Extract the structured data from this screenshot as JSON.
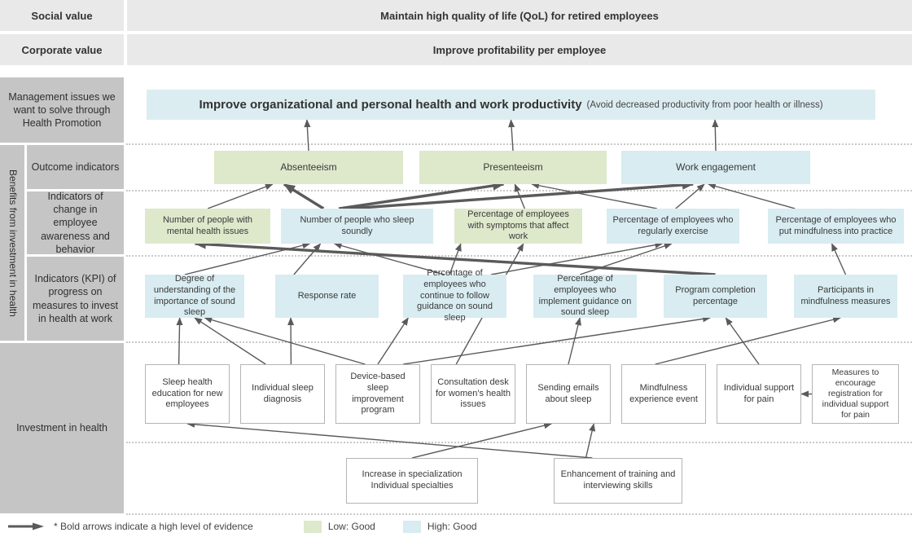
{
  "header": {
    "social": {
      "label": "Social value",
      "value": "Maintain high quality of life (QoL) for retired employees"
    },
    "corporate": {
      "label": "Corporate value",
      "value": "Improve profitability per employee"
    }
  },
  "side": {
    "management": "Management issues we want to solve through Health Promotion",
    "benefits": "Benefits from investment in health",
    "outcome": "Outcome indicators",
    "change": "Indicators of change in employee awareness and behavior",
    "kpi": "Indicators (KPI) of progress on measures to invest in health at work",
    "investment": "Investment in health"
  },
  "top_goal": {
    "main": "Improve organizational and personal health and work productivity",
    "note": "(Avoid decreased productivity from poor health or illness)"
  },
  "nodes": {
    "absenteeism": {
      "label": "Absenteeism",
      "tone": "green"
    },
    "presenteeism": {
      "label": "Presenteeism",
      "tone": "green"
    },
    "work_engagement": {
      "label": "Work engagement",
      "tone": "blue"
    },
    "mental": {
      "label": "Number of people with mental health issues",
      "tone": "green"
    },
    "sleep": {
      "label": "Number of people who sleep soundly",
      "tone": "blue"
    },
    "symptoms": {
      "label": "Percentage of employees with symptoms that affect work",
      "tone": "green"
    },
    "exercise": {
      "label": "Percentage of employees who regularly exercise",
      "tone": "blue"
    },
    "mindfulness_practice": {
      "label": "Percentage of employees who put mindfulness into practice",
      "tone": "blue"
    },
    "degree": {
      "label": "Degree of understanding of the importance of sound sleep",
      "tone": "blue"
    },
    "response": {
      "label": "Response rate",
      "tone": "blue"
    },
    "continue": {
      "label": "Percentage of employees who continue to follow guidance on sound sleep",
      "tone": "blue"
    },
    "implement": {
      "label": "Percentage of employees who implement guidance on sound sleep",
      "tone": "blue"
    },
    "program": {
      "label": "Program completion percentage",
      "tone": "blue"
    },
    "participants": {
      "label": "Participants in mindfulness measures",
      "tone": "blue"
    },
    "sleep_education": {
      "label": "Sleep health education for new employees",
      "tone": "white"
    },
    "diagnosis": {
      "label": "Individual sleep diagnosis",
      "tone": "white"
    },
    "device": {
      "label": "Device-based sleep improvement program",
      "tone": "white"
    },
    "consultation": {
      "label": "Consultation desk for women's health issues",
      "tone": "white"
    },
    "emails": {
      "label": "Sending emails about sleep",
      "tone": "white"
    },
    "mindfulness_event": {
      "label": "Mindfulness experience event",
      "tone": "white"
    },
    "support": {
      "label": "Individual support for pain",
      "tone": "white"
    },
    "measures": {
      "label": "Measures to encourage registration for individual support for pain",
      "tone": "white"
    },
    "increase": {
      "label": "Increase in specialization\nIndividual specialties",
      "tone": "white"
    },
    "enhancement": {
      "label": "Enhancement of training and interviewing skills",
      "tone": "white"
    }
  },
  "edges": [
    {
      "from": "absenteeism",
      "to": "top_goal",
      "fromX": 0.5,
      "toX": 0.22
    },
    {
      "from": "presenteeism",
      "to": "top_goal",
      "fromX": 0.5,
      "toX": 0.5
    },
    {
      "from": "work_engagement",
      "to": "top_goal",
      "fromX": 0.5,
      "toX": 0.78
    },
    {
      "from": "mental",
      "to": "absenteeism",
      "fromX": 0.5,
      "toX": 0.31
    },
    {
      "from": "sleep",
      "to": "absenteeism",
      "bold": true,
      "fromX": 0.28,
      "toX": 0.37
    },
    {
      "from": "sleep",
      "to": "presenteeism",
      "bold": true,
      "fromX": 0.38,
      "toX": 0.45
    },
    {
      "from": "sleep",
      "to": "work_engagement",
      "bold": true,
      "fromX": 0.45,
      "toX": 0.38
    },
    {
      "from": "symptoms",
      "to": "presenteeism",
      "fromX": 0.55,
      "toX": 0.51
    },
    {
      "from": "exercise",
      "to": "presenteeism",
      "fromX": 0.38,
      "toX": 0.6
    },
    {
      "from": "exercise",
      "to": "work_engagement",
      "fromX": 0.52,
      "toX": 0.44
    },
    {
      "from": "mindfulness_practice",
      "to": "work_engagement",
      "fromX": 0.2,
      "toX": 0.46
    },
    {
      "from": "program",
      "to": "mental",
      "bold": true,
      "fromX": 0.5,
      "toX": 0.4
    },
    {
      "from": "degree",
      "to": "sleep",
      "fromX": 0.4,
      "toX": 0.19
    },
    {
      "from": "response",
      "to": "sleep",
      "fromX": 0.18,
      "toX": 0.26
    },
    {
      "from": "continue",
      "to": "sleep",
      "fromX": 0.4,
      "toX": 0.35
    },
    {
      "from": "continue",
      "to": "symptoms",
      "fromX": 0.45,
      "toX": 0.05
    },
    {
      "from": "consultation",
      "to": "symptoms",
      "fromX": 0.3,
      "toX": 0.54
    },
    {
      "from": "implement",
      "to": "exercise",
      "fromX": 0.45,
      "toX": 0.49
    },
    {
      "from": "continue",
      "to": "exercise",
      "fromX": 0.85,
      "toX": 0.42
    },
    {
      "from": "participants",
      "to": "mindfulness_practice",
      "fromX": 0.5,
      "toX": 0.47
    },
    {
      "from": "sleep_education",
      "to": "degree",
      "fromX": 0.4,
      "toX": 0.35
    },
    {
      "from": "diagnosis",
      "to": "degree",
      "fromX": 0.3,
      "toX": 0.5
    },
    {
      "from": "device",
      "to": "degree",
      "fromX": 0.35,
      "toX": 0.6
    },
    {
      "from": "diagnosis",
      "to": "response",
      "fromX": 0.6,
      "toX": 0.15
    },
    {
      "from": "device",
      "to": "continue",
      "fromX": 0.5,
      "toX": 0.05
    },
    {
      "from": "emails",
      "to": "implement",
      "fromX": 0.5,
      "toX": 0.45
    },
    {
      "from": "device",
      "to": "program",
      "fromX": 0.8,
      "toX": 0.45
    },
    {
      "from": "support",
      "to": "program",
      "fromX": 0.5,
      "toX": 0.6
    },
    {
      "from": "mindfulness_event",
      "to": "participants",
      "fromX": 0.4,
      "toX": 0.45
    },
    {
      "from": "measures",
      "to": "support",
      "fromSide": "left",
      "fromX": 0.5,
      "toSide": "right",
      "toX": 0.5
    },
    {
      "from": "enhancement",
      "to": "sleep_education",
      "fromX": 0.3,
      "toX": 0.5
    },
    {
      "from": "increase",
      "to": "emails",
      "fromX": 0.5,
      "toX": 0.3
    },
    {
      "from": "enhancement",
      "to": "emails",
      "fromX": 0.25,
      "toX": 0.8
    }
  ],
  "legend": {
    "bold_note": "* Bold arrows indicate a high level of evidence",
    "low": "Low: Good",
    "high": "High: Good"
  },
  "colors": {
    "green": "#dee8cb",
    "blue": "#d8ecf1",
    "gray_cell": "#c5c5c5",
    "header_bg": "#e9e9e9",
    "arrow": "#5a5a5a"
  }
}
